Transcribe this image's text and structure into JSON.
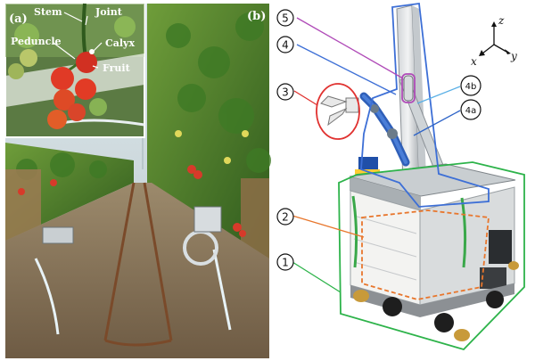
{
  "panel_a": {
    "label": "(a)",
    "annotations": {
      "stem": "Stem",
      "joint": "Joint",
      "peduncle": "Peduncle",
      "calyx": "Calyx",
      "fruit": "Fruit"
    }
  },
  "panel_b": {
    "label": "(b)",
    "callouts": [
      "1",
      "2",
      "3",
      "4",
      "5"
    ],
    "subcallouts": [
      "4a",
      "4b"
    ],
    "axes": {
      "z": "z",
      "x": "x",
      "y": "y"
    }
  },
  "colors": {
    "callout_1": "#2db34a",
    "callout_2": "#e8762c",
    "callout_3": "#e0312f",
    "callout_4": "#3d6fd6",
    "callout_5": "#b04bb8",
    "callout_4a": "#2e64c8",
    "callout_4b": "#5ab0e6"
  }
}
